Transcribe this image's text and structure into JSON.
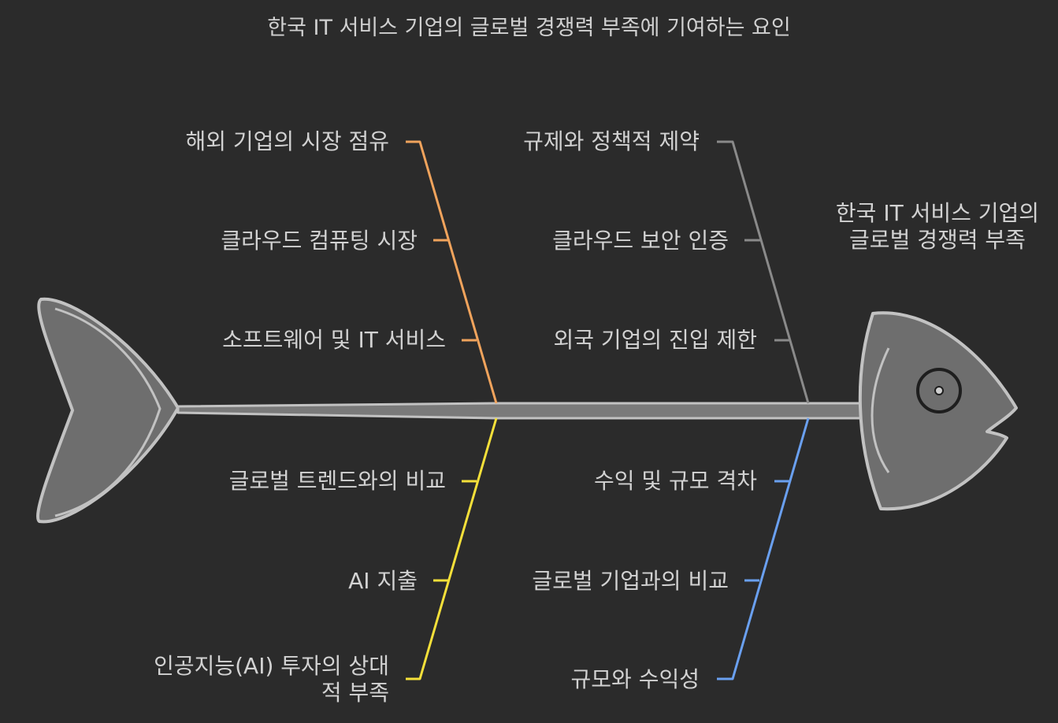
{
  "title": "한국 IT 서비스 기업의 글로벌 경쟁력 부족에 기여하는 요인",
  "effect": "한국 IT 서비스 기업의 글로벌 경쟁력 부족",
  "categories": [
    {
      "color": "#f0a35c",
      "causes": [
        "해외 기업의 시장 점유",
        "클라우드 컴퓨팅 시장",
        "소프트웨어 및 IT 서비스"
      ]
    },
    {
      "color": "#8a8a8a",
      "causes": [
        "규제와 정책적 제약",
        "클라우드 보안 인증",
        "외국 기업의 진입 제한"
      ]
    },
    {
      "color": "#f5e03a",
      "causes": [
        "글로벌 트렌드와의 비교",
        "AI 지출",
        "인공지능(AI) 투자의 상대적 부족"
      ]
    },
    {
      "color": "#6aa0f0",
      "causes": [
        "수익 및 규모 격차",
        "글로벌 기업과의 비교",
        "규모와 수익성"
      ]
    }
  ],
  "colors": {
    "background": "#2b2b2b",
    "fish_fill": "#6e6e6e",
    "fish_outline": "#c2c2c2"
  }
}
